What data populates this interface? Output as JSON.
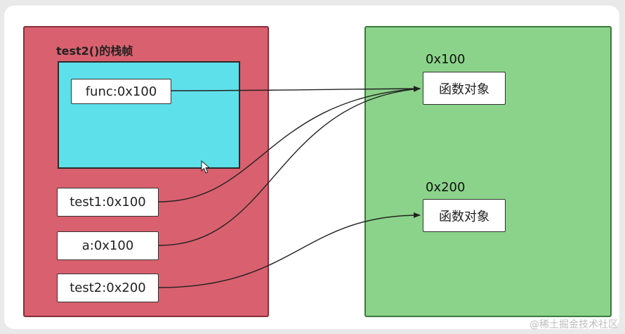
{
  "stack_frame": {
    "title": "test2()的栈帧",
    "inner": {
      "func_var": "func:0x100"
    },
    "vars": [
      {
        "label": "test1:0x100"
      },
      {
        "label": "a:0x100"
      },
      {
        "label": "test2:0x200"
      }
    ]
  },
  "heap": {
    "objects": [
      {
        "address": "0x100",
        "label": "函数对象"
      },
      {
        "address": "0x200",
        "label": "函数对象"
      }
    ]
  },
  "colors": {
    "stack": "#d9606e",
    "inner_scope": "#5ee0ea",
    "heap": "#8bd38a"
  },
  "watermark": "@稀土掘金技术社区"
}
